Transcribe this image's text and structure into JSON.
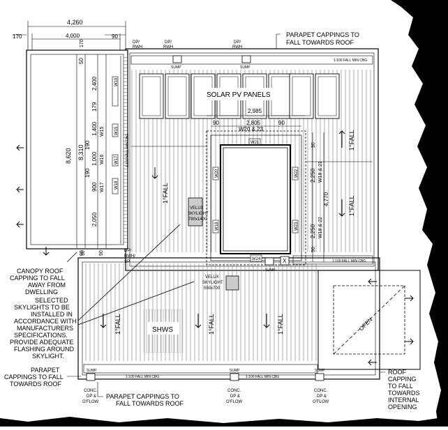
{
  "dims_top": {
    "total": "4,260",
    "left": "170",
    "mid": "4,000",
    "right": "90"
  },
  "dims_canopy_vertical": [
    "50",
    "170",
    "2,400",
    "179",
    "1,400",
    "190",
    "1,000",
    "190",
    "900",
    "2,050",
    "90"
  ],
  "dims_canopy_total": {
    "outer": "8,620",
    "inner": "8,310"
  },
  "dims_bottom_small": [
    "90",
    "90"
  ],
  "dims_opening": {
    "width_outer": "2,985",
    "width_inner": "2,805",
    "left": "90",
    "right": "90",
    "side_top": "90",
    "side_mid1": "2,250",
    "side_mid2": "2,250",
    "side_bottom": "90",
    "total": "4,770"
  },
  "window_labels": {
    "w15a": "W15",
    "w15b": "W15",
    "w16": "W16",
    "w17a": "W17",
    "w17b": "W17",
    "w18": "W18",
    "w19": "W19",
    "w20_23": "W20 & 23",
    "w21": "W21",
    "w22": "W22",
    "w23": "W23",
    "w24": "W24",
    "w18_21": "W18 & 21",
    "w18_22": "W18 & 22",
    "w20": "W20"
  },
  "fall_labels": {
    "canopy_side": "1:100 FALL MIN CBG",
    "fall": "1°FALL"
  },
  "labels": {
    "dp_rwh": [
      "DP/",
      "RWH"
    ],
    "dp_rwh_sp": [
      "DP/",
      "RWH/",
      "SP"
    ],
    "sump": "SUMP",
    "solar": "SOLAR PV PANELS",
    "velux1": [
      "VELUX",
      "SKYLIGHT",
      "780x1400"
    ],
    "velux2": [
      "VELUX",
      "SKYLIGHT",
      "550x700"
    ],
    "shws": "SHWS",
    "open": "OPEN",
    "x": "X",
    "fall_cbg": "1:100 FALL MIN CBG"
  },
  "notes": {
    "parapet_top": [
      "PARAPET CAPPINGS TO",
      "FALL TOWARDS ROOF"
    ],
    "canopy": [
      "CANOPY ROOF",
      "CAPPING TO FALL",
      "AWAY FROM",
      "DWELLING"
    ],
    "skylights": [
      "SELECTED",
      "SKYLIGHTS TO BE",
      "INSTALLED IN",
      "ACCORDANCE WITH",
      "MANUFACTURERS",
      "SPECIFICATIONS.",
      "PROVIDE ADEQUATE",
      "FLASHING AROUND",
      "SKYLIGHT."
    ],
    "parapet_left": [
      "PARAPET",
      "CAPPINGS TO FALL",
      "TOWARDS ROOF"
    ],
    "parapet_bottom": [
      "PARAPET CAPPINGS TO",
      "FALL TOWARDS ROOF"
    ],
    "roof_capping": [
      "ROOF",
      "CAPPING",
      "TO FALL",
      "TOWARDS",
      "INTERNAL",
      "OPENING"
    ]
  },
  "conc": [
    "CONC.",
    "DP &",
    "O'FLOW"
  ]
}
